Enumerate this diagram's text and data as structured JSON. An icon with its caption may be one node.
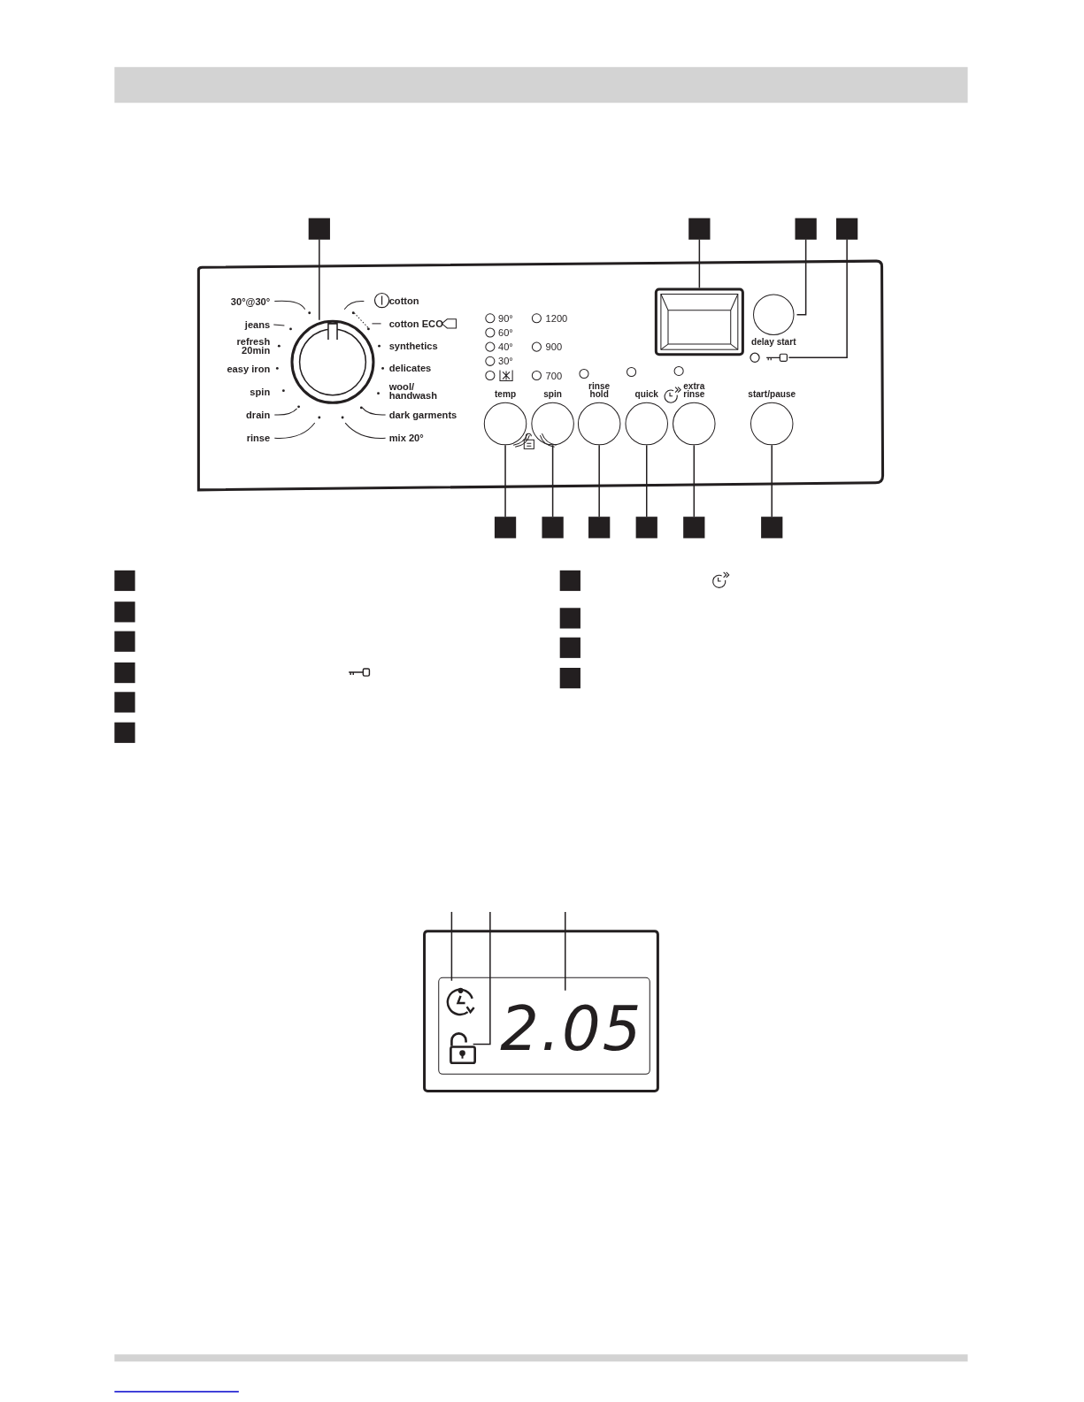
{
  "diagram": {
    "nodes": [
      {
        "text": [],
        "shape": "box"
      },
      {
        "text": [],
        "shape": "circle"
      },
      {
        "text": [],
        "shape": "box"
      },
      {
        "text": [],
        "shape": "box"
      },
      {
        "text": [],
        "shape": "box"
      },
      {
        "text": [
          "delay start"
        ]
      },
      {
        "text": [],
        "shape": "box"
      },
      {
        "text": [],
        "shape": "key"
      },
      {
        "text": [],
        "shape": "box"
      },
      {
        "text": [],
        "shape": "box"
      },
      {
        "text": [],
        "shape": "box"
      },
      {
        "text": [],
        "shape": "box"
      },
      {
        "text": [],
        "shape": "box"
      },
      {
        "text": [],
        "shape": "box"
      },
      {
        "text": [
          "temp"
        ]
      },
      {
        "text": [
          "spin"
        ]
      },
      {
        "text": [
          "rinse hold"
        ]
      },
      {
        "text": [
          "quick"
        ]
      },
      {
        "text": [
          "extra rinse"
        ]
      },
      {
        "text": [
          "start/pause"
        ]
      },
      {
        "text": [],
        "shape": "box"
      },
      {
        "text": [],
        "shape": "box"
      },
      {
        "text": [],
        "shape": "box"
      },
      {
        "text": [],
        "shape": "box"
      },
      {
        "text": [],
        "shape": "box"
      },
      {
        "text": [],
        "shape": "box"
      },
      {
        "text": [],
        "shape": "box"
      },
      {
        "text": [],
        "shape": "box"
      },
      {
        "text": [],
        "shape": "box"
      },
      {
        "text": [],
        "shape": "box"
      },
      {
        "text": [],
        "shape": "box"
      },
      {
        "text": [],
        "shape": "box",
        "in": 30
      },
      {
        "text": [],
        "shape": "clock",
        "in": 31
      },
      {
        "text": [],
        "shape": "lock",
        "in": 31
      },
      {
        "text": [
          "2.05"
        ],
        "in": 31
      }
    ],
    "edges": [
      {
        "from": 0,
        "to": 1,
        "arrow": "none"
      },
      {
        "from": 2,
        "to": 3,
        "arrow": "none"
      },
      {
        "from": 4,
        "to": 5,
        "arrow": "none"
      },
      {
        "from": 6,
        "to": 7,
        "arrow": "none"
      },
      {
        "from": 8,
        "to": 14,
        "arrow": "none"
      },
      {
        "from": 9,
        "to": 15,
        "arrow": "none"
      },
      {
        "from": 10,
        "to": 16,
        "arrow": "none"
      },
      {
        "from": 11,
        "to": 17,
        "arrow": "none"
      },
      {
        "from": 12,
        "to": 18,
        "arrow": "none"
      },
      {
        "from": 13,
        "to": 19,
        "arrow": "none"
      },
      {
        "from": null,
        "to": 32,
        "arrow": "none"
      },
      {
        "from": null,
        "to": 33,
        "arrow": "none"
      },
      {
        "from": null,
        "to": 34,
        "arrow": "none"
      }
    ],
    "labels": [
      "30°@30°",
      "jeans",
      "refresh 20min",
      "easy iron",
      "spin",
      "drain",
      "rinse",
      "cotton",
      "cotton ECO",
      "synthetics",
      "delicates",
      "wool/ handwash",
      "dark garments",
      "mix 20°",
      "90°",
      "60°",
      "40°",
      "30°",
      "1200",
      "900",
      "700"
    ]
  }
}
